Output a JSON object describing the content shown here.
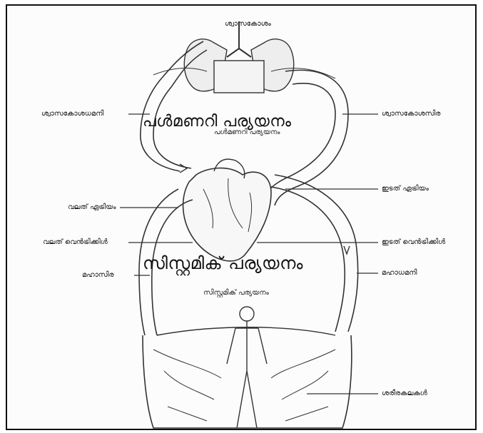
{
  "labels": {
    "lungs": "ശ്വാസകോശം",
    "pulmonary_artery": "ശ്വാസകോശധമനി",
    "pulmonary_vein": "ശ്വാസകോശസിര",
    "right_atrium": "വലത് ഏട്രിയം",
    "left_atrium": "ഇടത് ഏട്രിയം",
    "right_ventricle": "വലത് വെൻട്രിക്കിൾ",
    "left_ventricle": "ഇടത് വെൻട്രിക്കിൾ",
    "vena_cava": "മഹാസിര",
    "aorta": "മഹാധമനി",
    "body_tissues": "ശരീരകലകൾ",
    "pulmonary_circulation_small": "പൾമണറി പര്യയനം",
    "systemic_circulation_small": "സിസ്റ്റമിക് പര്യയനം"
  },
  "overlays": {
    "pulmonary_circulation": "പൾമണറി പര്യയനം",
    "systemic_circulation": "സിസ്റ്റമിക് പര്യയനം"
  }
}
